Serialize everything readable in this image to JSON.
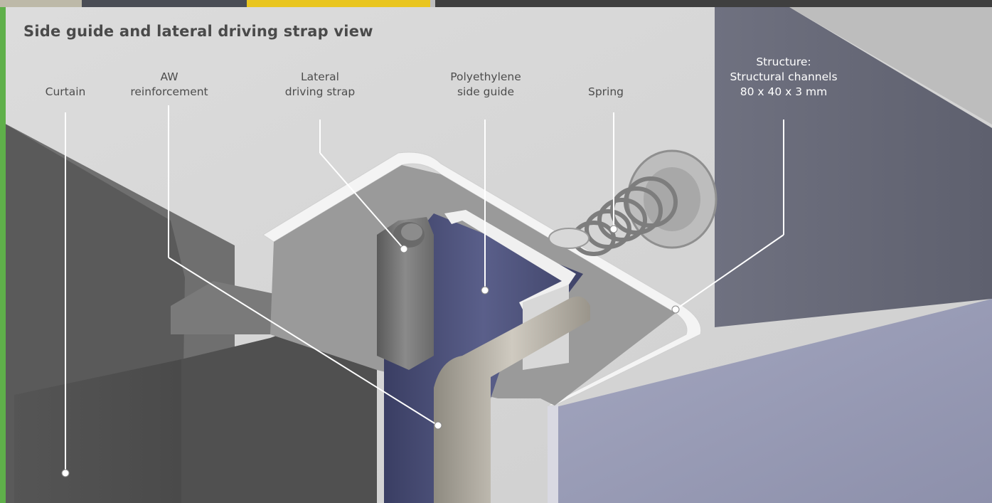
{
  "title": "Side guide and lateral driving strap view",
  "colors": {
    "brand_green": "#5fb04a",
    "brand_yellow": "#e9c51f",
    "strap_gray": "#707070",
    "guide_blue": "#4a4f78",
    "panel_blue": "#9a9db8",
    "leader_white": "#ffffff"
  },
  "callouts": [
    {
      "id": "curtain",
      "text": "Curtain"
    },
    {
      "id": "aw",
      "text": "AW\nreinforcement"
    },
    {
      "id": "strap",
      "text": "Lateral\ndriving strap"
    },
    {
      "id": "guide",
      "text": "Polyethylene\nside guide"
    },
    {
      "id": "spring",
      "text": "Spring"
    },
    {
      "id": "structure",
      "text": "Structure:\nStructural channels\n80 x 40 x 3 mm"
    }
  ]
}
